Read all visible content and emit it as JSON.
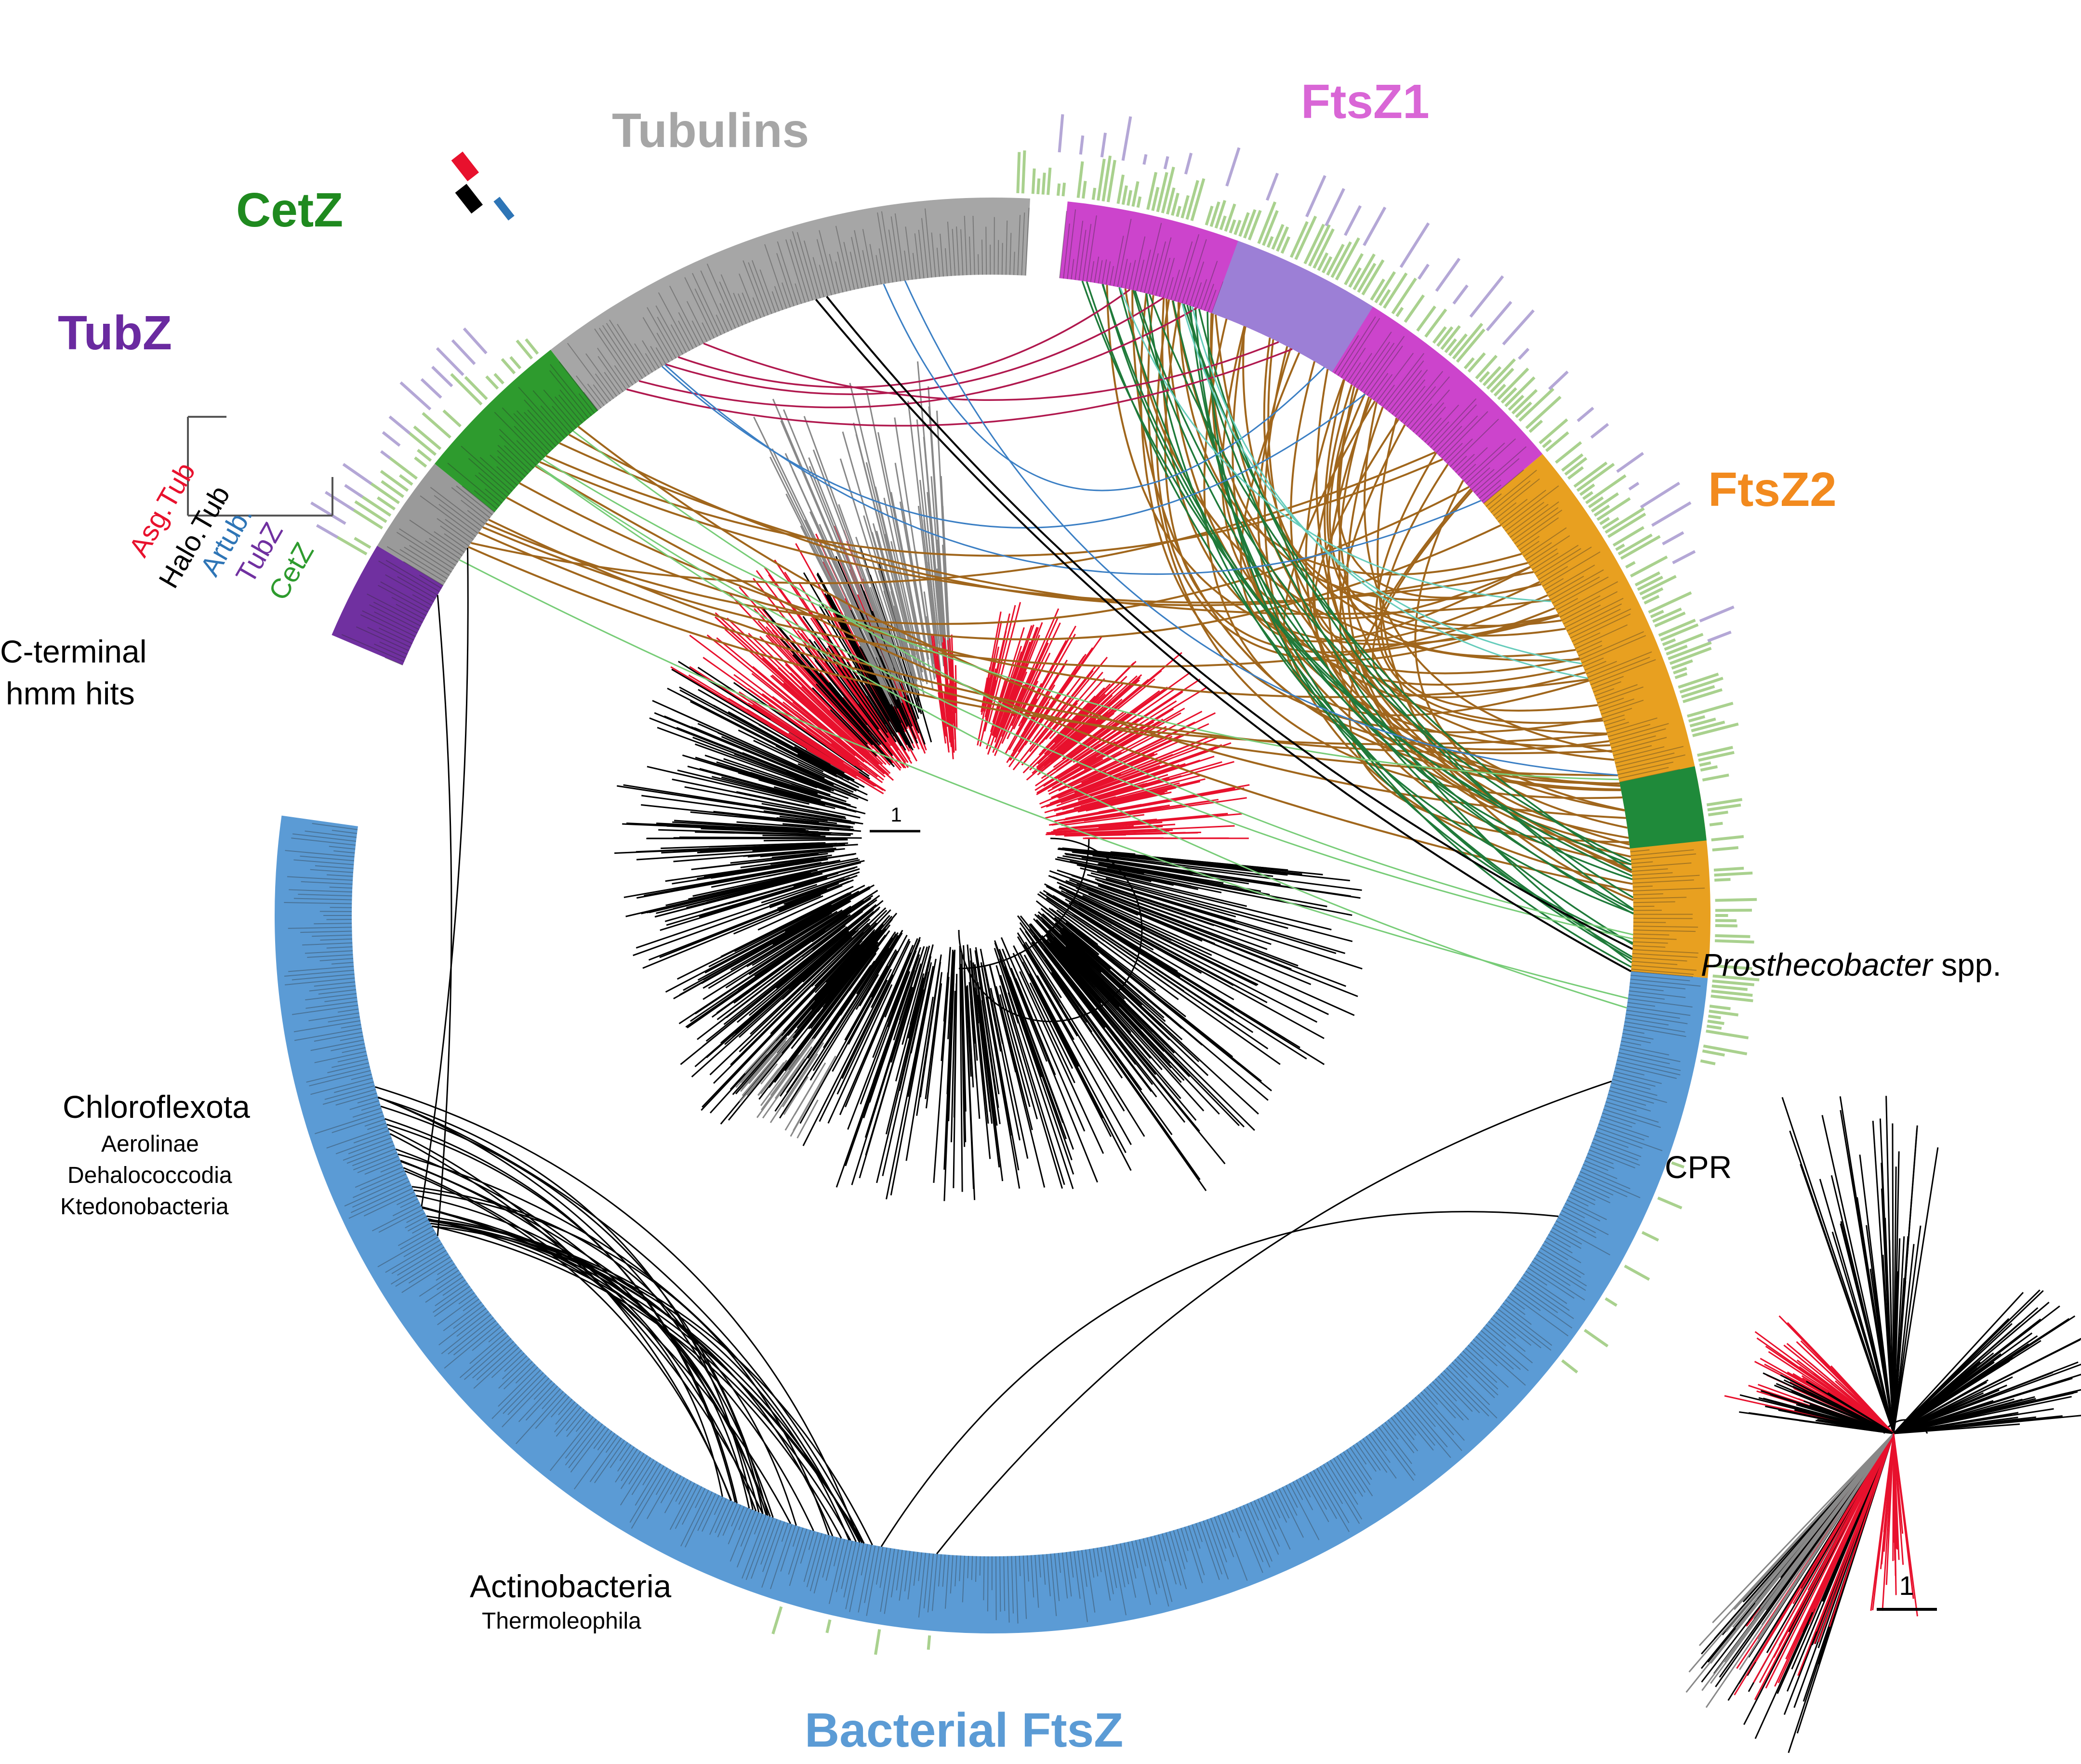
{
  "labels": {
    "tubulins": "Tubulins",
    "ftsz1": "FtsZ1",
    "ftsz2": "FtsZ2",
    "cetz": "CetZ",
    "tubz": "TubZ",
    "bacterial_ftsz": "Bacterial FtsZ"
  },
  "legend": {
    "asg_tub": "Asg.Tub",
    "halo_tub": "Halo.Tub",
    "artub": "Artub.",
    "tubz": "TubZ",
    "cetz": "CetZ"
  },
  "cterm": {
    "line1": "C-terminal",
    "line2": "hmm hits"
  },
  "annotations": {
    "prosthecobacter_italic": "Prosthecobacter",
    "prosthecobacter_rest": " spp.",
    "chloroflexota": "Chloroflexota",
    "aerolinae": "Aerolinae",
    "dehalococcoidia": "Dehalococcodia",
    "ktedonobacteria": "Ktedonobacteria",
    "cpr": "CPR",
    "actinobacteria": "Actinobacteria",
    "thermoleophila": "Thermoleophila"
  },
  "scale_main": "1",
  "scale_inset": "1",
  "colors": {
    "tubulins": "#a6a6a6",
    "ftsz1": "#d966d6",
    "ftsz2": "#f39c1e",
    "cetz": "#2e9b2e",
    "tubz": "#7030a0",
    "bacterial_ftsz": "#5b9bd5",
    "ftsz1_clade": "#cc44cc",
    "ftsz2_clade": "#e8a020",
    "asgard": "#e8112d",
    "halo": "#000000",
    "artub": "#2e75b6",
    "hmm_green": "#a9d18e",
    "hmm_lavender": "#b4a7d6",
    "arc_brown": "#a0661c",
    "arc_darkgreen": "#1f7a3a",
    "arc_teal": "#66ccbb",
    "arc_crimson": "#b0184e",
    "arc_blue": "#3b7fc4",
    "arc_lightgreen": "#77cc77"
  }
}
